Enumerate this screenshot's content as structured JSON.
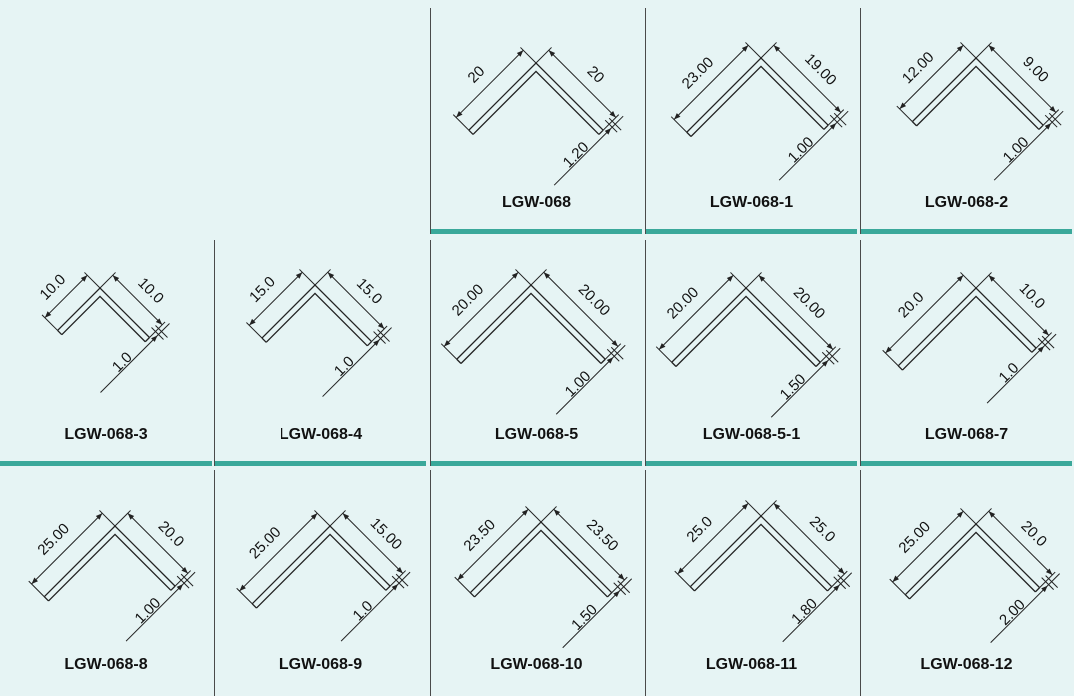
{
  "colors": {
    "background": "#e6f4f4",
    "accent_bar": "#3aa89a",
    "line": "#222222"
  },
  "profiles": [
    {
      "code": "LGW-068",
      "leg_a": "20",
      "leg_b": "20",
      "thickness": "1.20"
    },
    {
      "code": "LGW-068-1",
      "leg_a": "23.00",
      "leg_b": "19.00",
      "thickness": "1.00"
    },
    {
      "code": "LGW-068-2",
      "leg_a": "12.00",
      "leg_b": "9.00",
      "thickness": "1.00"
    },
    {
      "code": "LGW-068-3",
      "leg_a": "10.0",
      "leg_b": "10.0",
      "thickness": "1.0"
    },
    {
      "code": "LGW-068-4",
      "leg_a": "15.0",
      "leg_b": "15.0",
      "thickness": "1.0"
    },
    {
      "code": "LGW-068-5",
      "leg_a": "20.00",
      "leg_b": "20.00",
      "thickness": "1.00"
    },
    {
      "code": "LGW-068-5-1",
      "leg_a": "20.00",
      "leg_b": "20.00",
      "thickness": "1.50"
    },
    {
      "code": "LGW-068-7",
      "leg_a": "20.0",
      "leg_b": "10.0",
      "thickness": "1.0"
    },
    {
      "code": "LGW-068-8",
      "leg_a": "25.00",
      "leg_b": "20.0",
      "thickness": "1.00"
    },
    {
      "code": "LGW-068-9",
      "leg_a": "25.00",
      "leg_b": "15.00",
      "thickness": "1.0"
    },
    {
      "code": "LGW-068-10",
      "leg_a": "23.50",
      "leg_b": "23.50",
      "thickness": "1.50"
    },
    {
      "code": "LGW-068-11",
      "leg_a": "25.0",
      "leg_b": "25.0",
      "thickness": "1.80"
    },
    {
      "code": "LGW-068-12",
      "leg_a": "25.00",
      "leg_b": "20.0",
      "thickness": "2.00"
    }
  ]
}
